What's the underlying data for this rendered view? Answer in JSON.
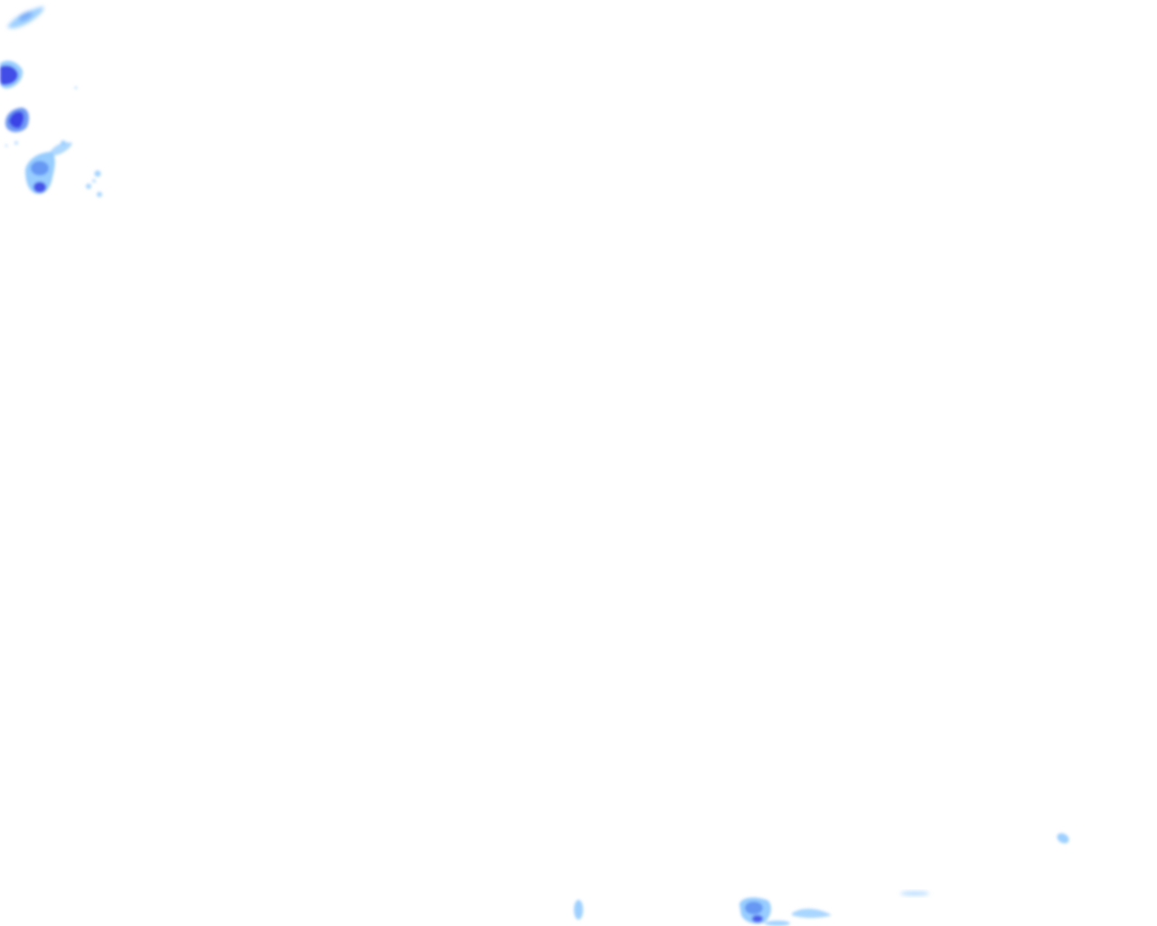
{
  "map": {
    "layer": "precipitation-radar-overlay",
    "background_color": "#ffffff",
    "palette": {
      "light": "#8cc8ff",
      "medium": "#5f8ff2",
      "heavy": "#3a3fe6"
    },
    "cells": [
      {
        "id": "cell-nw-1",
        "intensity": "light"
      },
      {
        "id": "cell-nw-2",
        "intensity": "heavy"
      },
      {
        "id": "cell-nw-3",
        "intensity": "heavy"
      },
      {
        "id": "cell-nw-4",
        "intensity": "medium"
      },
      {
        "id": "cell-nw-5",
        "intensity": "light"
      },
      {
        "id": "cell-se-1",
        "intensity": "light"
      },
      {
        "id": "cell-se-2",
        "intensity": "light"
      },
      {
        "id": "cell-s-1",
        "intensity": "medium"
      },
      {
        "id": "cell-s-2",
        "intensity": "light"
      }
    ]
  }
}
